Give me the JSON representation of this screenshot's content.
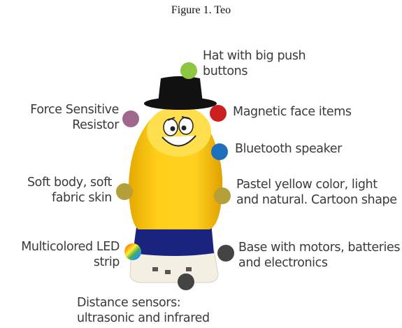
{
  "caption": "Figure 1.  Teo",
  "labels": {
    "hat": [
      "Hat with big push",
      "buttons"
    ],
    "force": [
      "Force Sensitive",
      "Resistor"
    ],
    "magnetic": [
      "Magnetic face items"
    ],
    "bluetooth": [
      "Bluetooth speaker"
    ],
    "soft": [
      "Soft body, soft",
      "fabric skin"
    ],
    "pastel": [
      "Pastel yellow color, light",
      "and natural. Cartoon shape"
    ],
    "led": [
      "Multicolored LED",
      "strip"
    ],
    "base": [
      "Base with motors, batteries",
      "and electronics"
    ],
    "distance": [
      "Distance sensors:",
      "ultrasonic and infrared"
    ]
  },
  "colors": {
    "hat": "#8dc63f",
    "force": "#a0688c",
    "magnetic": "#cc1f1f",
    "bluetooth": "#1f6fbf",
    "soft": "#b59f3b",
    "pastel": "#b59f3b",
    "led": "rainbow",
    "base": "#444444",
    "distance": "#444444"
  }
}
